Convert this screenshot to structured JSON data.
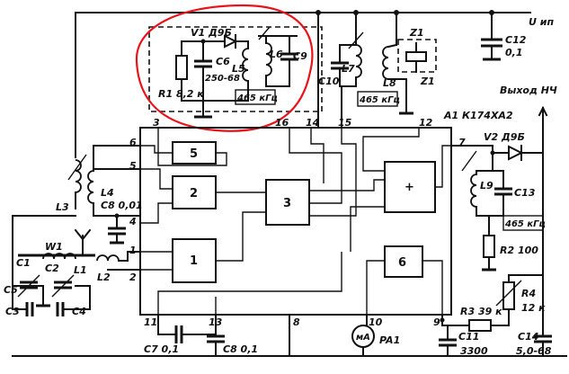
{
  "supply_label": "U ип",
  "output_label": "Выход НЧ",
  "ic_label": "A1 К174ХА2",
  "components": {
    "v1": "V1 Д9Б",
    "v2": "V2 Д9Б",
    "c6": "C6",
    "c6_val": "250-68",
    "l5": "L5",
    "l6": "L6",
    "c9": "C9",
    "r1": "R1 8,2 к",
    "f465a": "465 кГц",
    "f465b": "465 кГц",
    "f465c": "465 кГц",
    "c10": "C10",
    "l7": "L7",
    "l8": "L8",
    "z1": "Z1",
    "c12": "C12",
    "c12_val": "0,1",
    "l3": "L3",
    "l4": "L4",
    "c8": "C8 0,01",
    "w1": "W1",
    "c1": "C1",
    "c2": "C2",
    "c3": "C3",
    "c4": "C4",
    "c5": "C5",
    "l1": "L1",
    "l2": "L2",
    "l9": "L9",
    "c13": "C13",
    "r2": "R2 100",
    "r3": "R3 39 к",
    "r4": "R4",
    "r4_val": "12 к",
    "c11": "C11",
    "c11_val": "3300",
    "c14": "C14",
    "c14_val": "5,0-68",
    "c7": "C7 0,1",
    "c8b": "C8 0,1",
    "pa1": "PA1",
    "ma": "мА"
  },
  "blocks": [
    "5",
    "2",
    "3",
    "1",
    "+",
    "6"
  ],
  "pins": [
    "3",
    "16",
    "14",
    "15",
    "12",
    "6",
    "5",
    "4",
    "1",
    "2",
    "7",
    "11",
    "13",
    "8",
    "10",
    "9"
  ]
}
